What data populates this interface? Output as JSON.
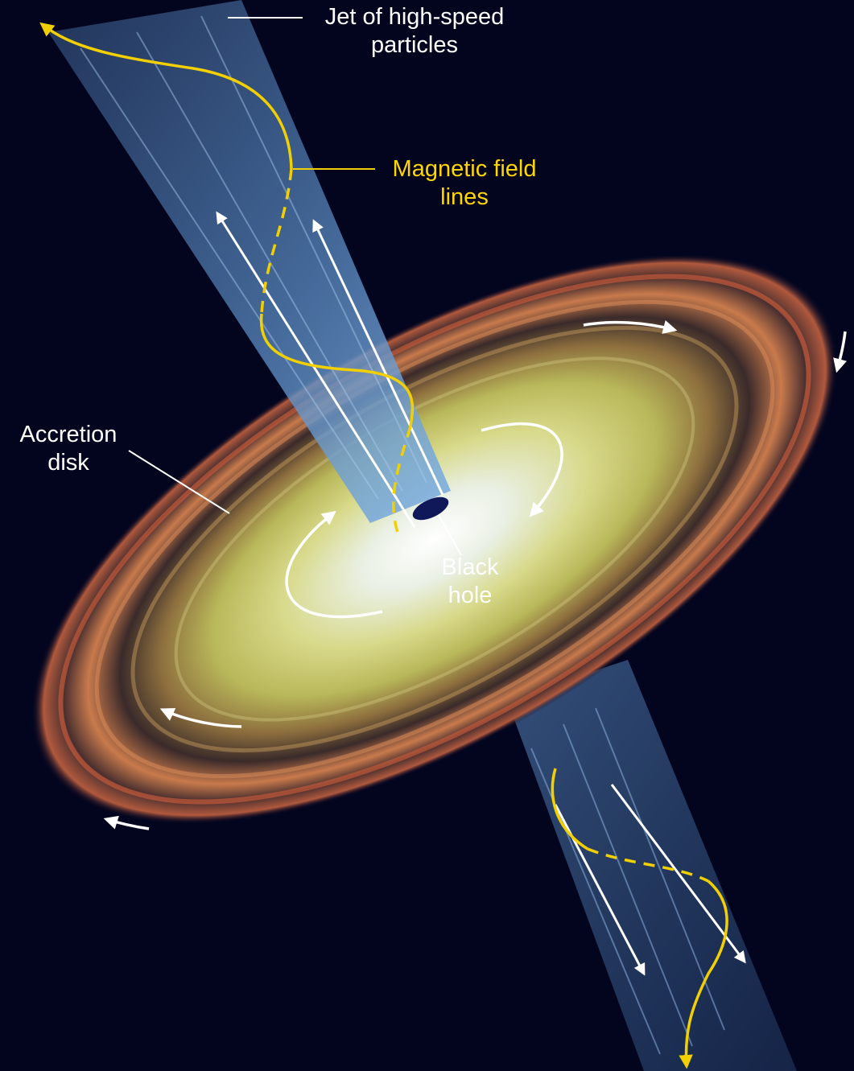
{
  "colors": {
    "background": "#03051f",
    "label_white": "#ffffff",
    "label_yellow": "#ffd600",
    "field_line": "#f2d000",
    "arrow": "#ffffff",
    "jet": "#6f9fd8"
  },
  "labels": {
    "jet": [
      "Jet of high-speed",
      "particles"
    ],
    "magnetic_field": [
      "Magnetic field",
      "lines"
    ],
    "accretion_disk": [
      "Accretion",
      "disk"
    ],
    "black_hole": [
      "Black",
      "hole"
    ]
  }
}
